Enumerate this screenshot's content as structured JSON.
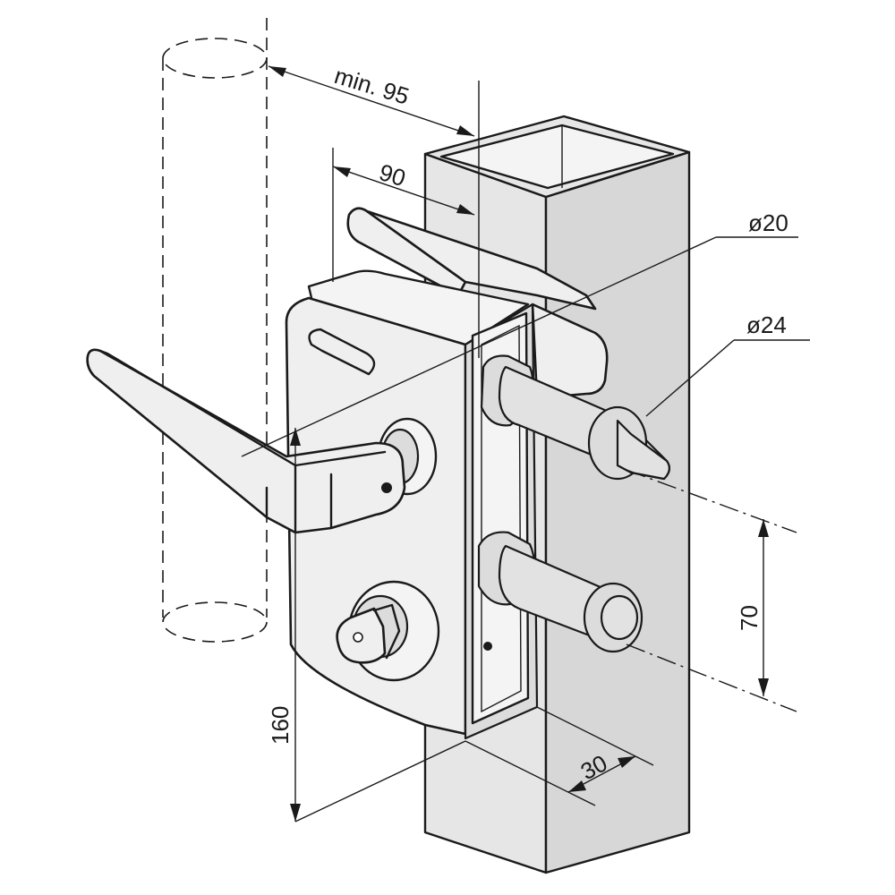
{
  "drawing": {
    "dimensions": {
      "min_post_distance": "min. 95",
      "depth": "90",
      "pin_diameter_small": "ø20",
      "pin_diameter_large": "ø24",
      "pin_spacing": "70",
      "lock_height": "160",
      "plate_width": "30"
    }
  }
}
